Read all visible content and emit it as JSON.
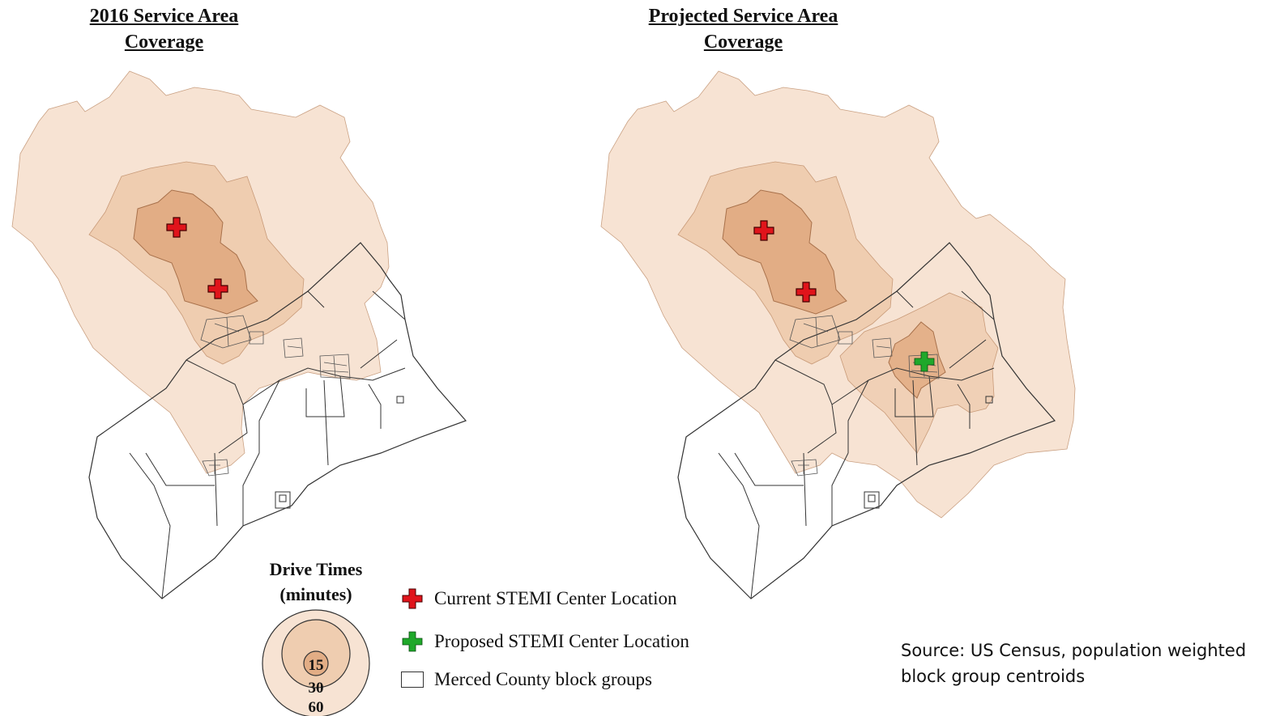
{
  "maps": {
    "left_title": [
      "2016 Service Area",
      "Coverage"
    ],
    "right_title": [
      "Projected Service Area",
      "Coverage"
    ]
  },
  "legend": {
    "drive_times_title": [
      "Drive Times",
      "(minutes)"
    ],
    "rings": [
      "15",
      "30",
      "60"
    ],
    "items": [
      {
        "label": "Current STEMI Center Location",
        "icon": "red-cross-icon"
      },
      {
        "label": "Proposed STEMI Center Location",
        "icon": "green-cross-icon"
      },
      {
        "label": "Merced County block groups",
        "icon": "outline-box-icon"
      }
    ]
  },
  "source_note": [
    "Source: US Census, population weighted",
    "block group centroids"
  ],
  "colors": {
    "zone_60": "#f7e3d3",
    "zone_30": "#efcdb0",
    "zone_15": "#e2ad85",
    "current_center": "#e0141b",
    "proposed_center": "#1fa82a",
    "boundary": "#333333"
  }
}
